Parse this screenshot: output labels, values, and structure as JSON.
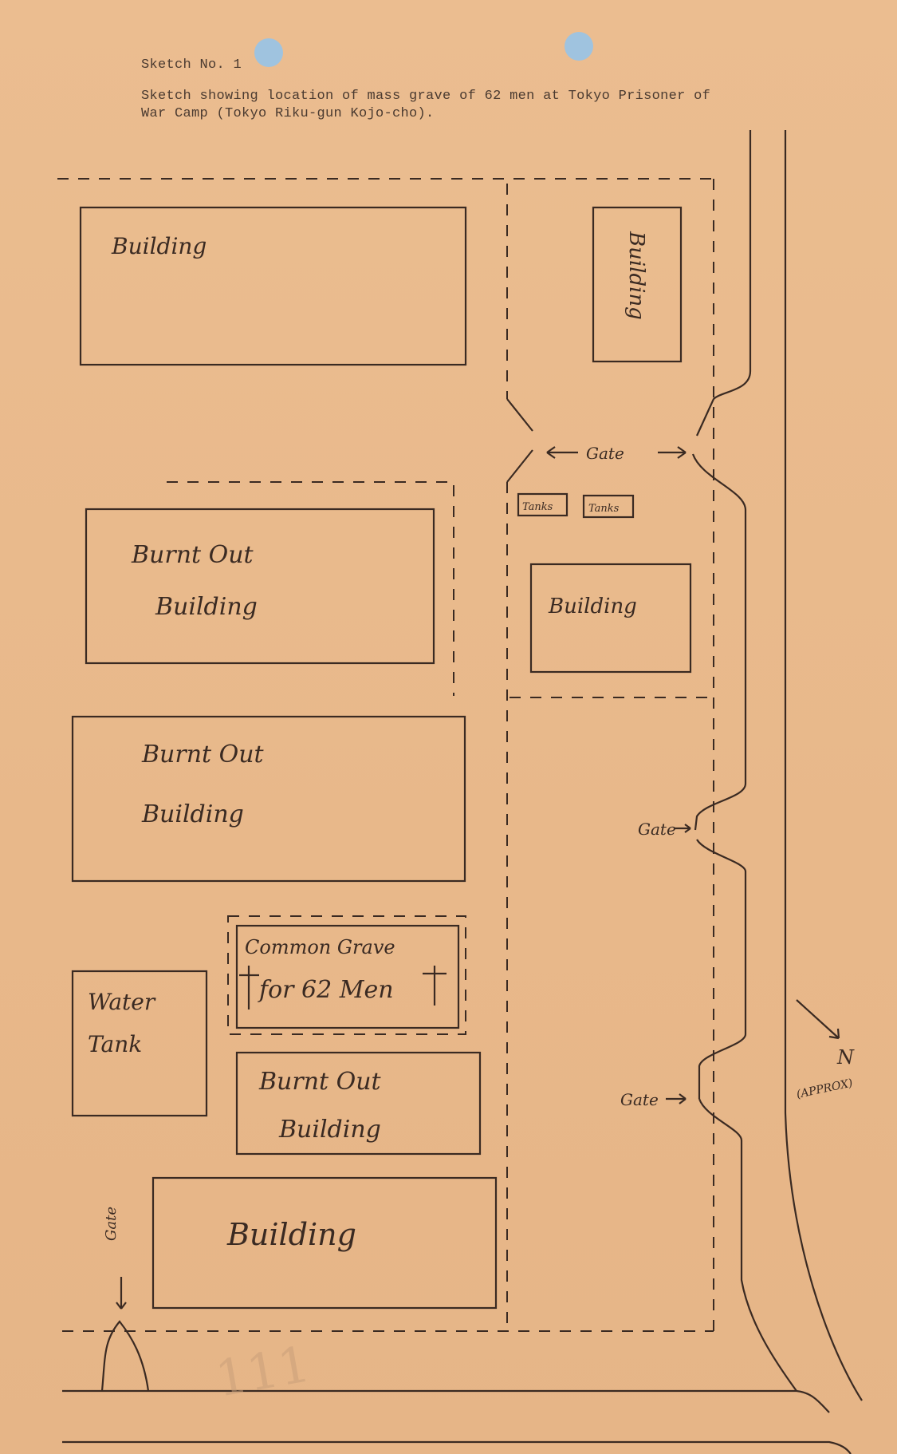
{
  "header": {
    "sketch_number": "Sketch No. 1",
    "description_line1": "Sketch showing location of mass grave of 62 men at Tokyo Prisoner of",
    "description_line2": "War Camp (Tokyo Riku-gun Kojo-cho)."
  },
  "map": {
    "labels": {
      "building_top_left": "Building",
      "building_top_right": "Building",
      "burnt_out_1_line1": "Burnt Out",
      "burnt_out_1_line2": "Building",
      "burnt_out_2_line1": "Burnt Out",
      "burnt_out_2_line2": "Building",
      "common_grave_line1": "Common Grave",
      "common_grave_line2": "for 62 Men",
      "water_tank_line1": "Water",
      "water_tank_line2": "Tank",
      "burnt_out_3_line1": "Burnt Out",
      "burnt_out_3_line2": "Building",
      "building_bottom": "Building",
      "building_mid_right": "Building",
      "tank_1": "Tanks",
      "tank_2": "Tanks",
      "gate_top": "Gate",
      "gate_middle": "Gate",
      "gate_lower": "Gate",
      "gate_bottom_left": "Gate",
      "north": "N",
      "north_note": "(APPROX)",
      "page_mark": "111"
    }
  },
  "colors": {
    "paper": "#e9b98c",
    "ink": "#3a2a22",
    "punch_hole": "#9fc3df"
  }
}
